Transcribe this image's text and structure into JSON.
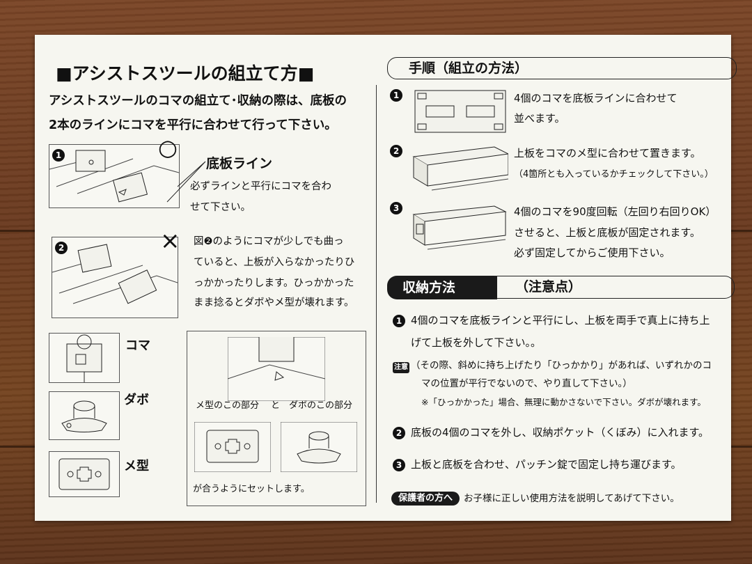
{
  "left": {
    "title": "■アシストスツールの組立て方■",
    "intro_lines": [
      "アシストスツールのコマの組立て･収納の際は、底板の",
      "2本のラインにコマを平行に合わせて行って下さい。"
    ],
    "correct_mark": "○",
    "wrong_mark": "×",
    "fig1_num": "1",
    "fig2_num": "2",
    "baseline_label": "底板ライン",
    "baseline_text": [
      "必ずラインと平行にコマを合わ",
      "せて下さい。"
    ],
    "fig2_text": [
      "図❷のようにコマが少しでも曲っ",
      "ていると、上板が入らなかったりひ",
      "っかかったりします。ひっかかった",
      "まま捻るとダボやメ型が壊れます。"
    ],
    "parts": {
      "koma": "コマ",
      "dabo": "ダボ",
      "megata": "メ型"
    },
    "detail": {
      "left_caption": "メ型のこの部分",
      "and": "と",
      "right_caption": "ダボのこの部分",
      "bottom": "が合うようにセットします。"
    }
  },
  "right": {
    "procedure_heading": "手順（組立の方法）",
    "steps": [
      {
        "num": "1",
        "lines": [
          "4個のコマを底板ラインに合わせて",
          "並べます。"
        ]
      },
      {
        "num": "2",
        "lines": [
          "上板をコマのメ型に合わせて置きます。",
          "（4箇所とも入っているかチェックして下さい。）"
        ]
      },
      {
        "num": "3",
        "lines": [
          "4個のコマを90度回転（左回り右回りOK）",
          "させると、上板と底板が固定されます。",
          "必ず固定してからご使用下さい。"
        ]
      }
    ],
    "storage_tab": "収納方法",
    "storage_note": "（注意点）",
    "storage_steps": [
      {
        "num": "1",
        "lines": [
          "4個のコマを底板ラインと平行にし、上板を両手で真上に持ち上",
          "げて上板を外して下さい。。"
        ]
      },
      {
        "num": "2",
        "lines": [
          "底板の4個のコマを外し、収納ポケット（くぼみ）に入れます。"
        ]
      },
      {
        "num": "3",
        "lines": [
          "上板と底板を合わせ、パッチン錠で固定し持ち運びます。"
        ]
      }
    ],
    "caution_tag": "注意",
    "caution_lines": [
      "（その際、斜めに持ち上げたり「ひっかかり」があれば、いずれかのコ",
      "マの位置が平行でないので、やり直して下さい。）",
      "※「ひっかかった」場合、無理に動かさないで下さい。ダボが壊れます。"
    ],
    "guardian_pill": "保護者の方へ",
    "guardian_text": "お子様に正しい使用方法を説明してあげて下さい。"
  },
  "colors": {
    "paper": "#f6f6f0",
    "ink": "#111111",
    "wood": "#6b3f22"
  }
}
